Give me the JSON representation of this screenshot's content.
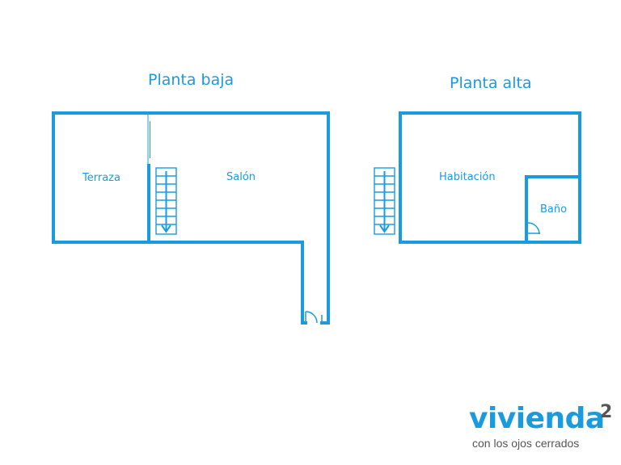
{
  "floors": {
    "ground": {
      "title": "Planta baja",
      "rooms": {
        "terrace": "Terraza",
        "living": "Salón"
      }
    },
    "upper": {
      "title": "Planta alta",
      "rooms": {
        "bedroom": "Habitación",
        "bathroom": "Baño"
      }
    }
  },
  "brand": {
    "name": "vivienda",
    "superscript": "2",
    "tagline": "con los ojos cerrados"
  },
  "colors": {
    "wall": "#1a9be0",
    "logo_text": "#555555",
    "background": "#ffffff"
  }
}
